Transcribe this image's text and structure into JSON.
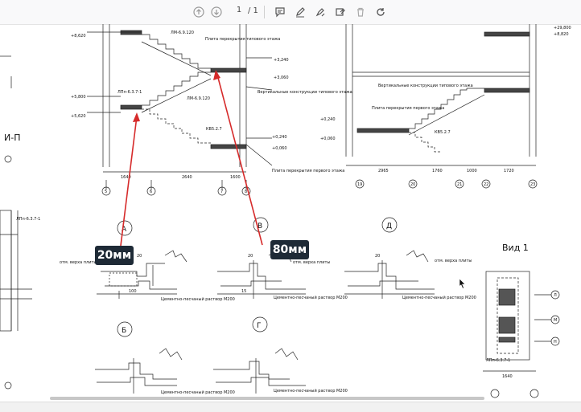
{
  "toolbar": {
    "page_current": "1",
    "page_total": "/ 1",
    "icons": [
      "arrow-up-icon",
      "arrow-down-icon",
      "comment-icon",
      "pen-icon",
      "highlight-pen-icon",
      "stamp-icon",
      "delete-icon",
      "rotate-icon"
    ]
  },
  "callouts": {
    "left": "20мм",
    "right": "80мм",
    "color": "#d62b2b"
  },
  "drawing_text": {
    "section_title_left": "И-П",
    "view_title": "Вид 1",
    "detail_a": "А",
    "detail_v": "В",
    "detail_d": "Д",
    "detail_b": "Б",
    "detail_g": "Г",
    "plita_top": "Плита перекрытия типового этажа",
    "plita_first": "Плита перекрытия первого этажа",
    "vert_konstr": "Вертикальные конструкции типового этажа",
    "otm_verha": "отм. верха плиты",
    "mortar": "Цементно-песчаный раствор М200",
    "lm_label": "ЛМ-6.9.120",
    "lpp_label": "ЛПп-6.3.7-1",
    "kvs_label": "КВ5.2.7",
    "elev_1": "+8,820",
    "elev_2": "+5,800",
    "elev_3": "+5,620",
    "elev_4": "+3,240",
    "elev_5": "+3,060",
    "elev_6": "+0,240",
    "elev_7": "+0,060",
    "elev_8": "+29,800",
    "elev_9": "+8,620",
    "dims_left": [
      "1640",
      "2640",
      "1600"
    ],
    "dims_right": [
      "2965",
      "1760",
      "1000",
      "1720"
    ],
    "axis_left": [
      "5",
      "6",
      "7",
      "8"
    ],
    "axis_right": [
      "19",
      "20",
      "21",
      "22",
      "23"
    ],
    "axis_view": [
      "Л",
      "М",
      "Н"
    ],
    "dim_1640": "1640",
    "dim_20": "20",
    "dim_100": "100",
    "dim_15": "15"
  }
}
